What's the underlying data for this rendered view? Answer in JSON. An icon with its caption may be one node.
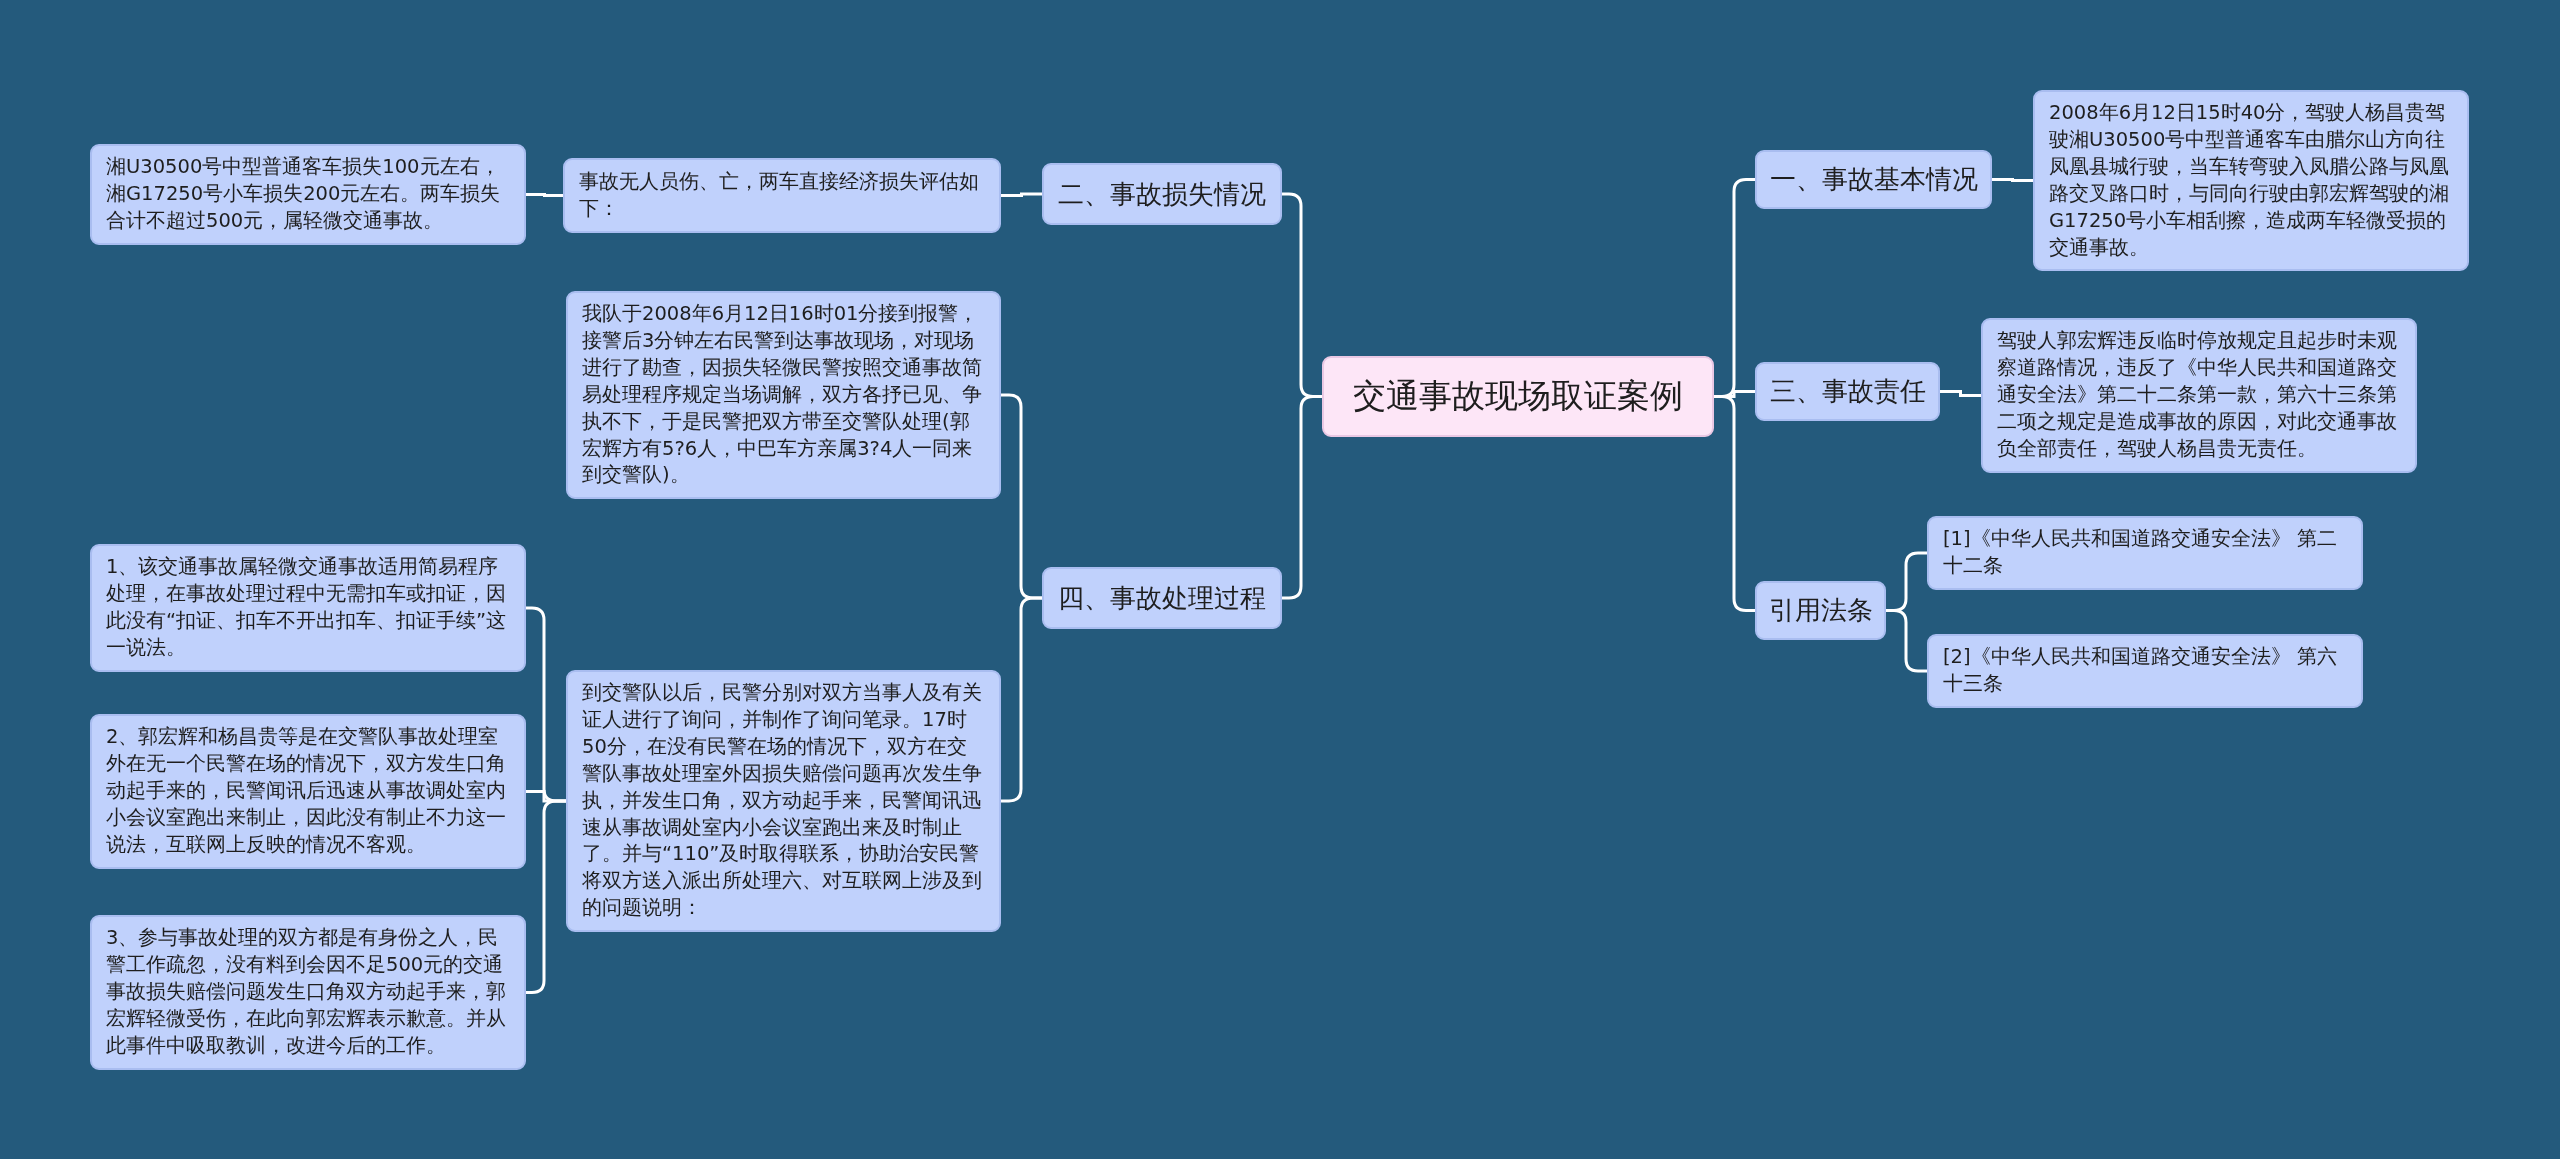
{
  "diagram": {
    "nodes": [
      {
        "text": [
          "交通事故现场取证案例"
        ]
      },
      {
        "text": [
          "一、事故基本情况"
        ]
      },
      {
        "text": [
          "2008年6月12日15时40分，驾驶人杨昌贵驾驶湘U30500号中型普通客车由腊尔山方向往凤凰县城行驶，当车转弯驶入凤腊公路与凤凰路交叉路口时，与同向行驶由郭宏辉驾驶的湘G17250号小车相刮擦，造成两车轻微受损的交通事故。"
        ]
      },
      {
        "text": [
          "三、事故责任"
        ]
      },
      {
        "text": [
          "驾驶人郭宏辉违反临时停放规定且起步时未观察道路情况，违反了《中华人民共和国道路交通安全法》第二十二条第一款，第六十三条第二项之规定是造成事故的原因，对此交通事故负全部责任，驾驶人杨昌贵无责任。"
        ]
      },
      {
        "text": [
          "引用法条"
        ]
      },
      {
        "text": [
          "[1]《中华人民共和国道路交通安全法》 第二十二条"
        ]
      },
      {
        "text": [
          "[2]《中华人民共和国道路交通安全法》 第六十三条"
        ]
      },
      {
        "text": [
          "二、事故损失情况"
        ]
      },
      {
        "text": [
          "事故无人员伤、亡，两车直接经济损失评估如下："
        ]
      },
      {
        "text": [
          "湘U30500号中型普通客车损失100元左右，湘G17250号小车损失200元左右。两车损失合计不超过500元，属轻微交通事故。"
        ]
      },
      {
        "text": [
          "四、事故处理过程"
        ]
      },
      {
        "text": [
          "我队于2008年6月12日16时01分接到报警，接警后3分钟左右民警到达事故现场，对现场进行了勘查，因损失轻微民警按照交通事故简易处理程序规定当场调解，双方各抒已见、争执不下，于是民警把双方带至交警队处理(郭宏辉方有5?6人，中巴车方亲属3?4人一同来到交警队)。"
        ]
      },
      {
        "text": [
          "到交警队以后，民警分别对双方当事人及有关证人进行了询问，并制作了询问笔录。17时50分，在没有民警在场的情况下，双方在交警队事故处理室外因损失赔偿问题再次发生争执，并发生口角，双方动起手来，民警闻讯迅速从事故调处室内小会议室跑出来及时制止了。并与“110”及时取得联系，协助治安民警将双方送入派出所处理六、对互联网上涉及到的问题说明："
        ]
      },
      {
        "text": [
          "1、该交通事故属轻微交通事故适用简易程序处理，在事故处理过程中无需扣车或扣证，因此没有“扣证、扣车不开出扣车、扣证手续”这一说法。"
        ]
      },
      {
        "text": [
          "2、郭宏辉和杨昌贵等是在交警队事故处理室外在无一个民警在场的情况下，双方发生口角动起手来的，民警闻讯后迅速从事故调处室内小会议室跑出来制止，因此没有制止不力这一说法，互联网上反映的情况不客观。"
        ]
      },
      {
        "text": [
          "3、参与事故处理的双方都是有身份之人，民警工作疏忽，没有料到会因不足500元的交通事故损失赔偿问题发生口角双方动起手来，郭宏辉轻微受伤，在此向郭宏辉表示歉意。并从此事件中吸取教训，改进今后的工作。"
        ]
      }
    ],
    "edges": [
      {
        "from": 0,
        "to": 1,
        "arrow": "none"
      },
      {
        "from": 1,
        "to": 2,
        "arrow": "none"
      },
      {
        "from": 0,
        "to": 3,
        "arrow": "none"
      },
      {
        "from": 3,
        "to": 4,
        "arrow": "none"
      },
      {
        "from": 0,
        "to": 5,
        "arrow": "none"
      },
      {
        "from": 5,
        "to": 6,
        "arrow": "none"
      },
      {
        "from": 5,
        "to": 7,
        "arrow": "none"
      },
      {
        "from": 0,
        "to": 8,
        "arrow": "none"
      },
      {
        "from": 8,
        "to": 9,
        "arrow": "none"
      },
      {
        "from": 9,
        "to": 10,
        "arrow": "none"
      },
      {
        "from": 0,
        "to": 11,
        "arrow": "none"
      },
      {
        "from": 11,
        "to": 12,
        "arrow": "none"
      },
      {
        "from": 11,
        "to": 13,
        "arrow": "none"
      },
      {
        "from": 13,
        "to": 14,
        "arrow": "none"
      },
      {
        "from": 13,
        "to": 15,
        "arrow": "none"
      },
      {
        "from": 13,
        "to": 16,
        "arrow": "none"
      }
    ]
  }
}
